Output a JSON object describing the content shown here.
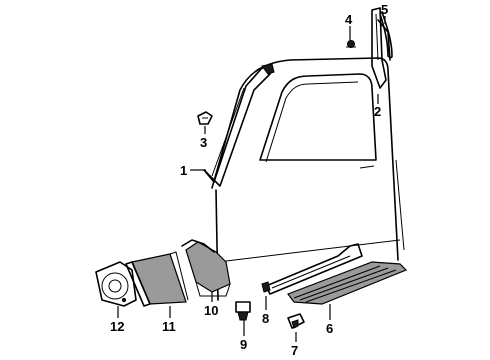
{
  "callouts": {
    "c1": "1",
    "c2": "2",
    "c3": "3",
    "c4": "4",
    "c5": "5",
    "c6": "6",
    "c7": "7",
    "c8": "8",
    "c9": "9",
    "c10": "10",
    "c11": "11",
    "c12": "12"
  },
  "colors": {
    "line": "#000000",
    "background": "#ffffff",
    "shading": "#9a9a9a"
  }
}
